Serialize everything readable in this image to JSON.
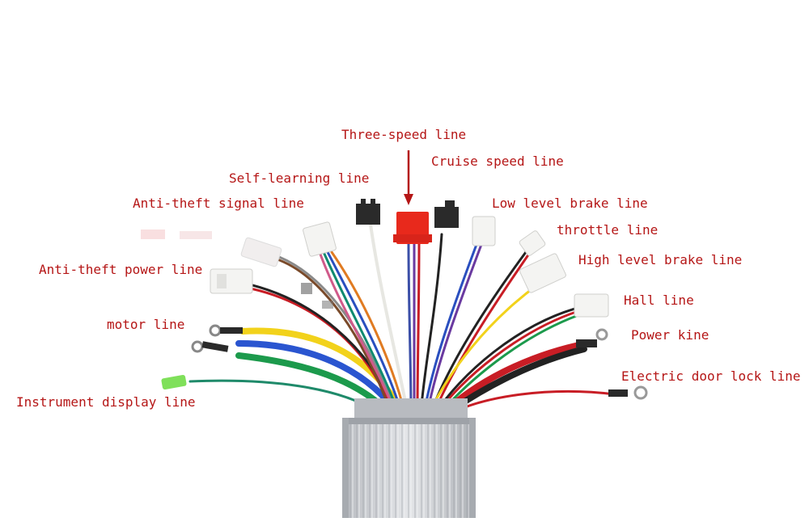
{
  "colors": {
    "label": "#b51616",
    "arrow": "#b51616",
    "housing": "#c9ccd0",
    "red_connector": "#e8291c",
    "white_connector": "#f4f4f2"
  },
  "labels": {
    "three_speed": "Three-speed line",
    "cruise_speed": "Cruise speed line",
    "self_learning": "Self-learning line",
    "low_brake": "Low level brake line",
    "anti_theft_signal": "Anti-theft signal line",
    "throttle": "throttle line",
    "high_brake": "High level brake line",
    "anti_theft_power": "Anti-theft power line",
    "hall": "Hall line",
    "motor": "motor line",
    "power": "Power kine",
    "door_lock": "Electric door lock line",
    "instrument": "Instrument display line"
  },
  "icons": {
    "controller": "controller-housing-icon",
    "arrow": "arrow-down-icon"
  }
}
